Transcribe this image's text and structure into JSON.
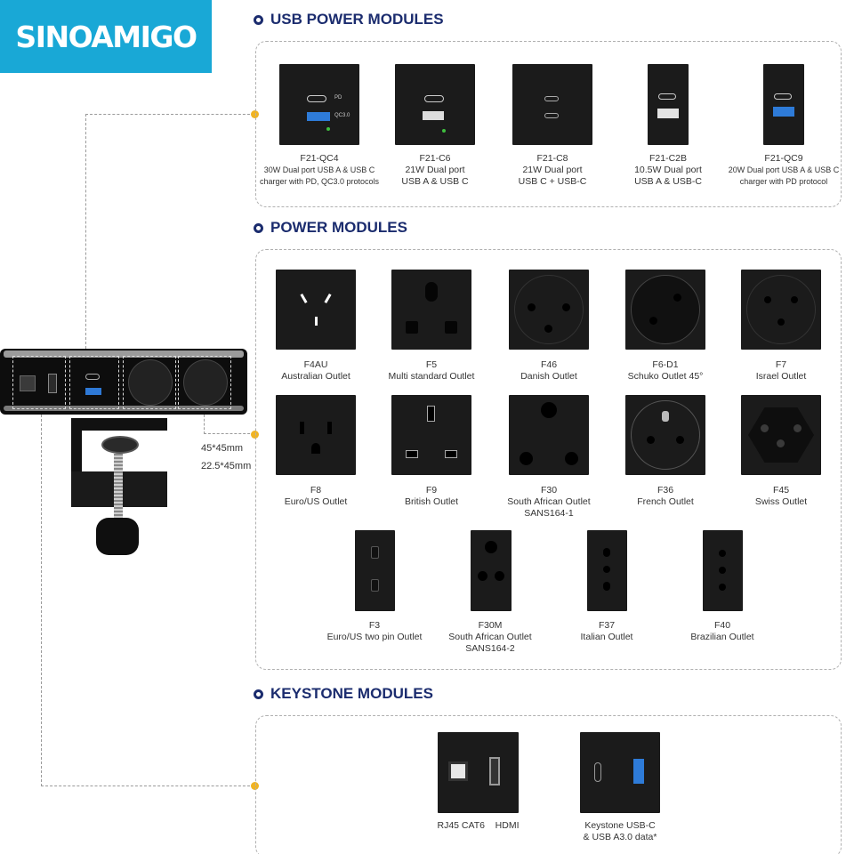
{
  "brand": "SINOAMIGO",
  "sections": {
    "usb": "USB POWER MODULES",
    "power": "POWER MODULES",
    "keystone": "KEYSTONE MODULES"
  },
  "usb_modules": [
    {
      "code": "F21-QC4",
      "line1": "30W Dual port USB A & USB C",
      "line2": "charger with PD, QC3.0 protocols",
      "face_labels": [
        "PD",
        "QC3.0"
      ]
    },
    {
      "code": "F21-C6",
      "line1": "21W Dual port",
      "line2": "USB A & USB C"
    },
    {
      "code": "F21-C8",
      "line1": "21W Dual port",
      "line2": "USB C + USB-C"
    },
    {
      "code": "F21-C2B",
      "line1": "10.5W Dual port",
      "line2": "USB A & USB-C"
    },
    {
      "code": "F21-QC9",
      "line1": "20W Dual port USB A & USB C",
      "line2": "charger with PD protocol"
    }
  ],
  "power_modules_row1": [
    {
      "code": "F4AU",
      "name": "Australian Outlet"
    },
    {
      "code": "F5",
      "name": "Multi standard Outlet"
    },
    {
      "code": "F46",
      "name": "Danish Outlet"
    },
    {
      "code": "F6-D1",
      "name": "Schuko Outlet 45°"
    },
    {
      "code": "F7",
      "name": "Israel Outlet"
    }
  ],
  "power_modules_row2": [
    {
      "code": "F8",
      "name": "Euro/US Outlet"
    },
    {
      "code": "F9",
      "name": "British Outlet"
    },
    {
      "code": "F30",
      "name": "South African Outlet",
      "name2": "SANS164-1"
    },
    {
      "code": "F36",
      "name": "French Outlet"
    },
    {
      "code": "F45",
      "name": "Swiss Outlet"
    }
  ],
  "power_modules_row3": [
    {
      "code": "F3",
      "name": "Euro/US two pin Outlet"
    },
    {
      "code": "F30M",
      "name": "South African Outlet",
      "name2": "SANS164-2"
    },
    {
      "code": "F37",
      "name": "Italian Outlet"
    },
    {
      "code": "F40",
      "name": "Brazilian Outlet"
    }
  ],
  "keystone_modules": [
    {
      "labels": [
        "RJ45 CAT6",
        "HDMI"
      ]
    },
    {
      "line1": "Keystone USB-C",
      "line2": "& USB A3.0 data*"
    }
  ],
  "dimensions": [
    "45*45mm",
    "22.5*45mm"
  ],
  "colors": {
    "brand": "#19a8d6",
    "heading": "#1b2c6e",
    "connector_dot": "#f0b323",
    "module": "#1b1b1b"
  }
}
